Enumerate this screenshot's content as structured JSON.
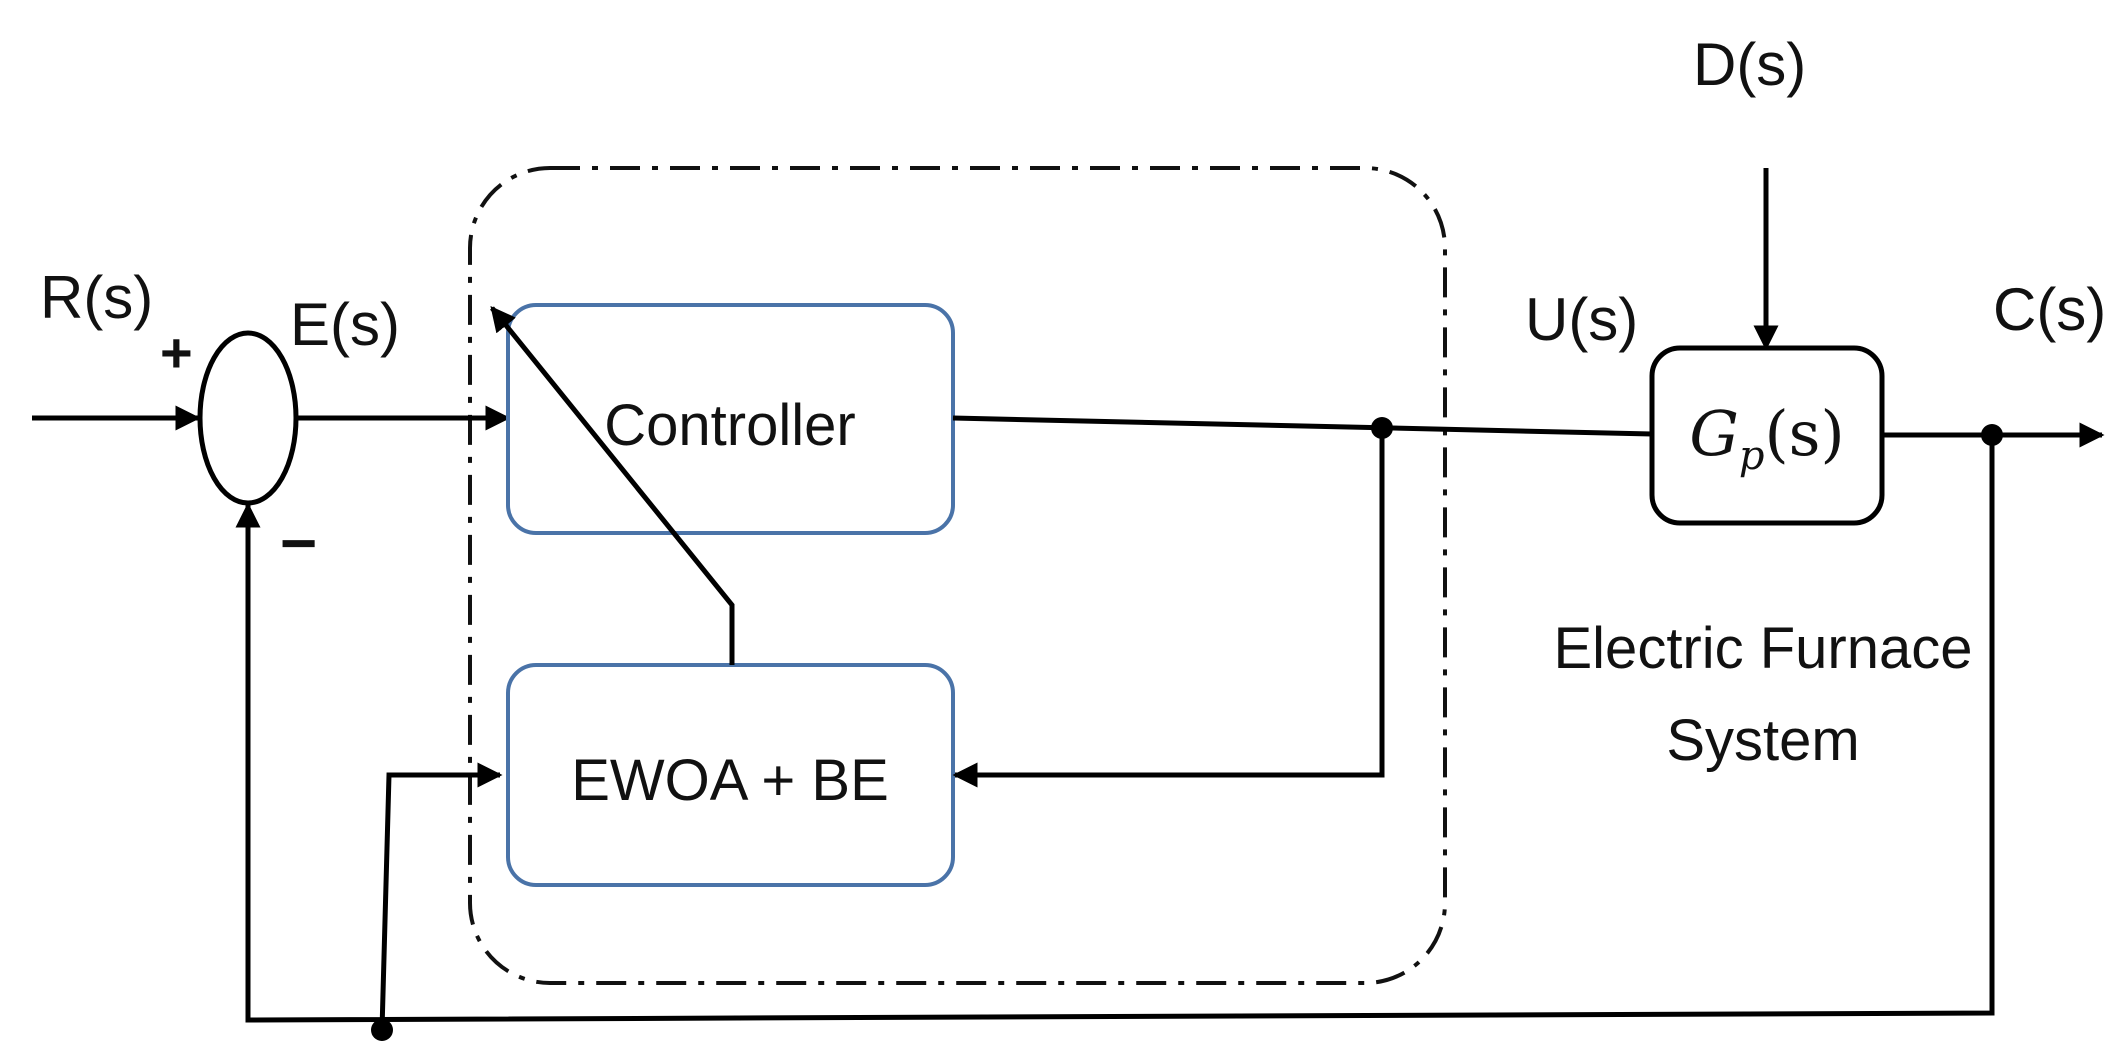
{
  "signals": {
    "reference": "R(s)",
    "error": "E(s)",
    "control": "U(s)",
    "disturbance": "D(s)",
    "output": "C(s)"
  },
  "summing_junction": {
    "plus_sign": "+",
    "minus_sign": "−"
  },
  "blocks": {
    "controller": "Controller",
    "optimizer": "EWOA + BE",
    "plant": {
      "symbol": "G",
      "subscript": "p",
      "argument": "(s)"
    }
  },
  "plant_caption": {
    "line1": "Electric Furnace",
    "line2": "System"
  },
  "colors": {
    "line": "#000000",
    "block_border_blue": "#4a73a8",
    "text": "#111111"
  }
}
